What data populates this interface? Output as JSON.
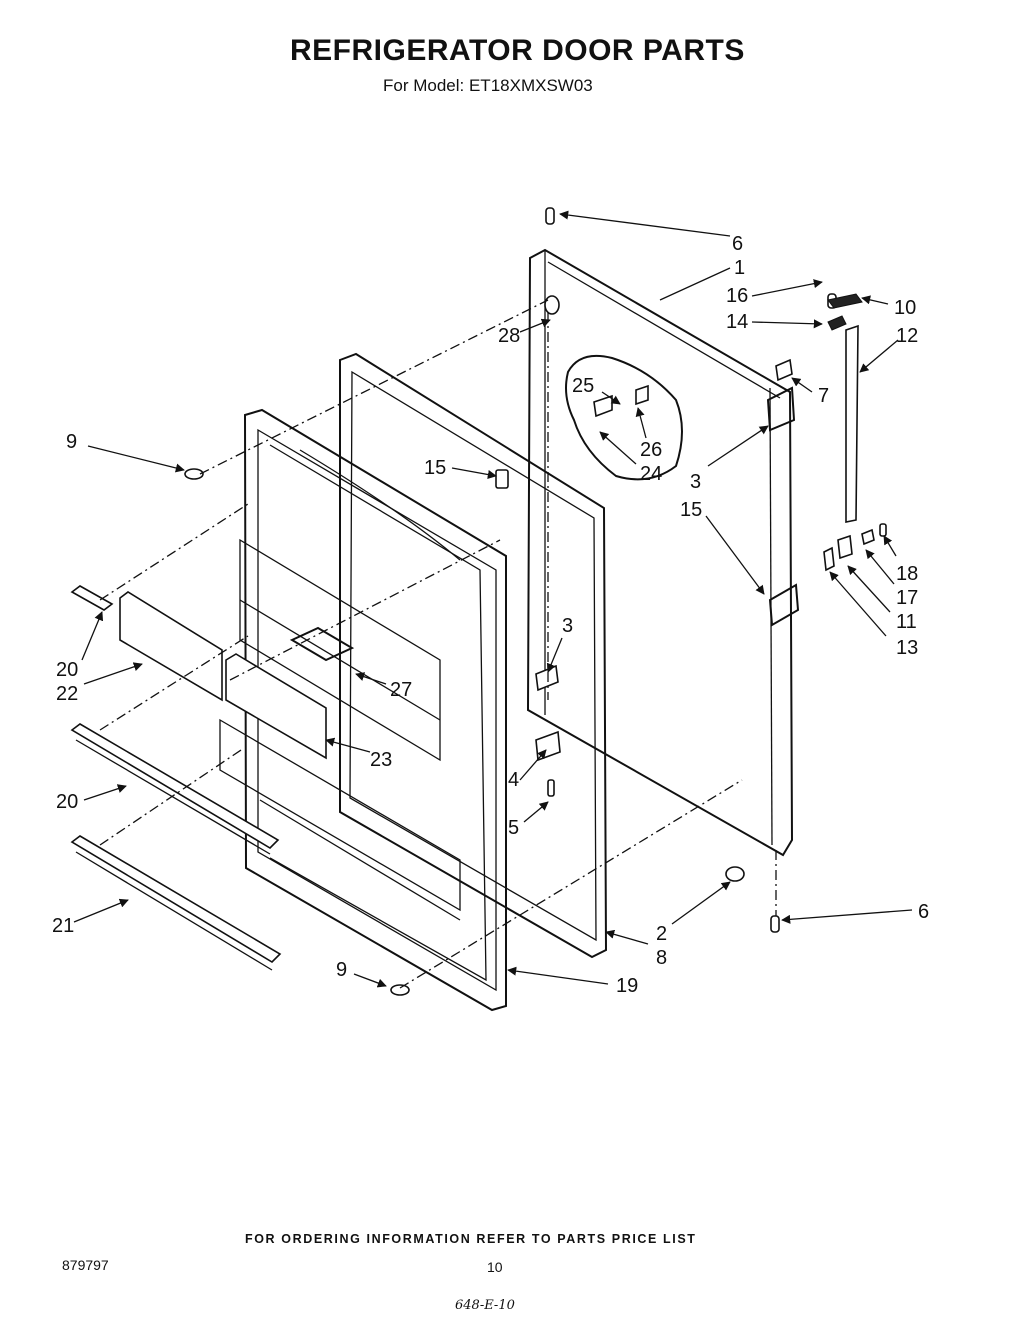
{
  "title": "REFRIGERATOR DOOR PARTS",
  "subtitle": "For Model: ET18XMXSW03",
  "footer_note": "FOR ORDERING INFORMATION REFER TO PARTS PRICE LIST",
  "doc_number": "879797",
  "page_number": "10",
  "handwritten_note": "648-E-10",
  "callouts": {
    "c1": "1",
    "c2": "2",
    "c3a": "3",
    "c3b": "3",
    "c4": "4",
    "c5": "5",
    "c6a": "6",
    "c6b": "6",
    "c7": "7",
    "c8": "8",
    "c9a": "9",
    "c9b": "9",
    "c10": "10",
    "c11": "11",
    "c12": "12",
    "c13": "13",
    "c14": "14",
    "c15a": "15",
    "c15b": "15",
    "c16": "16",
    "c17": "17",
    "c18": "18",
    "c19": "19",
    "c20a": "20",
    "c20b": "20",
    "c21": "21",
    "c22": "22",
    "c23": "23",
    "c24": "24",
    "c25": "25",
    "c26": "26",
    "c27": "27",
    "c28": "28"
  }
}
